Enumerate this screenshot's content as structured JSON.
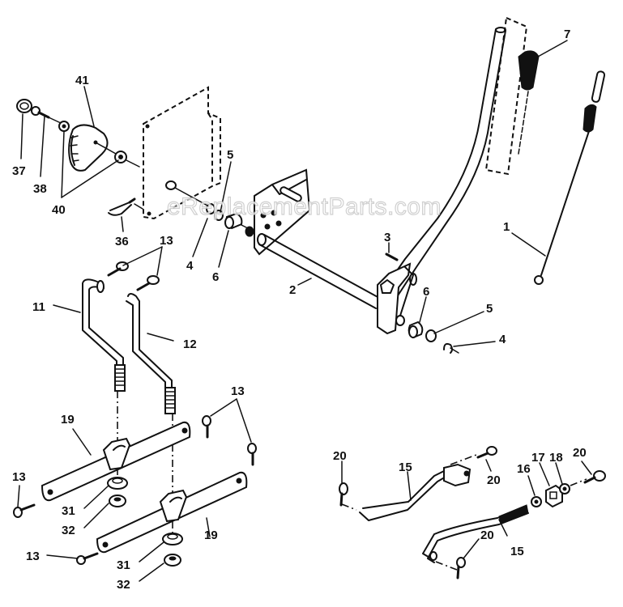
{
  "diagram": {
    "title": "Lift lever parts diagram",
    "watermark": "eReplacementParts.com",
    "callouts": {
      "c1": "1",
      "c2": "2",
      "c3": "3",
      "c4a": "4",
      "c4b": "4",
      "c5a": "5",
      "c5b": "5",
      "c6a": "6",
      "c6b": "6",
      "c7": "7",
      "c11": "11",
      "c12": "12",
      "c13a": "13",
      "c13b": "13",
      "c13c": "13",
      "c13d": "13",
      "c15a": "15",
      "c15b": "15",
      "c16": "16",
      "c17": "17",
      "c18": "18",
      "c19a": "19",
      "c19b": "19",
      "c20a": "20",
      "c20b": "20",
      "c20c": "20",
      "c20d": "20",
      "c31a": "31",
      "c31b": "31",
      "c32a": "32",
      "c32b": "32",
      "c36": "36",
      "c37": "37",
      "c38": "38",
      "c40": "40",
      "c41": "41"
    }
  }
}
